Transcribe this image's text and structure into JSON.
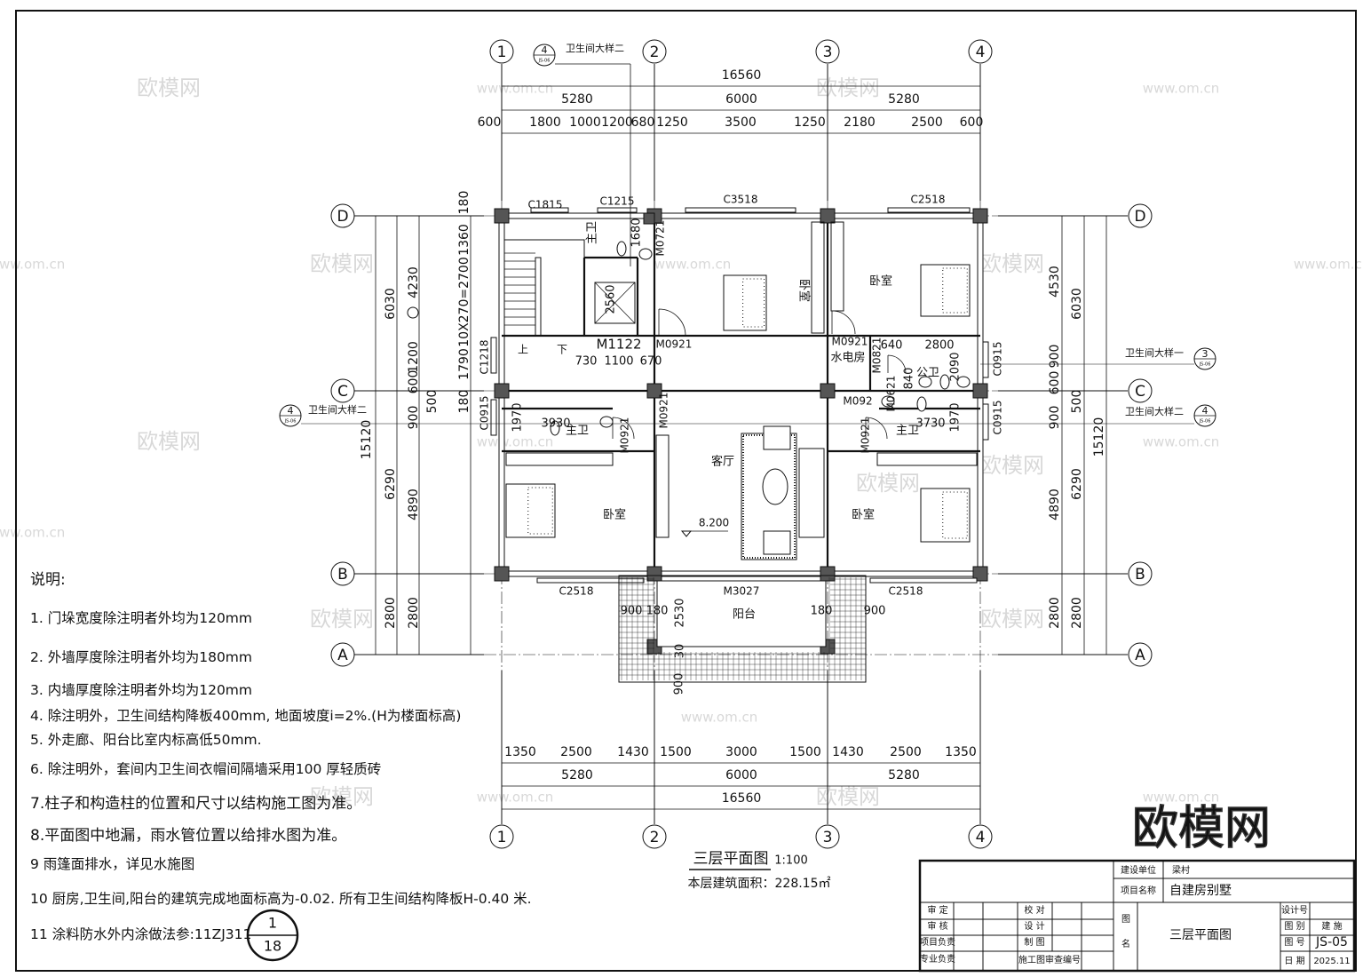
{
  "watermark": {
    "logo": "欧模网",
    "site": "www.om.cn"
  },
  "axes": {
    "columns": [
      "1",
      "2",
      "3",
      "4"
    ],
    "rows": [
      "D",
      "C",
      "B",
      "A"
    ]
  },
  "dims": {
    "top": {
      "total": "16560",
      "bays": [
        "5280",
        "6000",
        "5280"
      ],
      "detail": [
        "600",
        "1800",
        "1000",
        "1200",
        "680",
        "1250",
        "3500",
        "1250",
        "2180",
        "2500",
        "600"
      ]
    },
    "bottom": {
      "total": "16560",
      "bays": [
        "5280",
        "6000",
        "5280"
      ],
      "detail": [
        "1350",
        "2500",
        "1430",
        "1500",
        "3000",
        "1500",
        "1430",
        "2500",
        "1350"
      ]
    },
    "left": {
      "outer": "15120",
      "mid": [
        "6030",
        "6290",
        "2800"
      ],
      "inner": [
        "4230",
        "1200",
        "600",
        "500",
        "900",
        "4890",
        "2800"
      ],
      "stair": [
        "180",
        "1360",
        "10X270=2700",
        "1790",
        "180"
      ]
    },
    "right": {
      "outer": "15120",
      "mid": [
        "6030",
        "500",
        "6290",
        "2800"
      ],
      "inner": [
        "4530",
        "900",
        "600",
        "900",
        "4890",
        "2800"
      ]
    },
    "interior": [
      "1680",
      "2560",
      "730",
      "1100",
      "670",
      "640",
      "2800",
      "2090",
      "840",
      "3930",
      "1970",
      "3730",
      "1970",
      "900",
      "180",
      "2530",
      "180",
      "900",
      "30",
      "900"
    ]
  },
  "openings": {
    "windows": [
      "C1815",
      "C1215",
      "C3518",
      "C2518",
      "C1218",
      "C0915",
      "C0915",
      "C0915",
      "C2518",
      "C2518"
    ],
    "doors": [
      "M0721",
      "M1122",
      "M0921",
      "M0921",
      "M0821",
      "M0621",
      "M0921",
      "M0921",
      "M092",
      "M0921",
      "M3027"
    ]
  },
  "rooms": {
    "master_bath": "主卫",
    "bedroom": "卧室",
    "living_room": "客厅",
    "utility_room": "水电房",
    "public_bath": "公卫",
    "balcony": "阳台",
    "stair_up": "上",
    "stair_down": "下",
    "elevation": "8.200"
  },
  "callouts": [
    {
      "label": "卫生间大样二",
      "number": "4",
      "sheet": "JS-06"
    },
    {
      "label": "卫生间大样二",
      "number": "4",
      "sheet": "JS-06"
    },
    {
      "label": "卫生间大样一",
      "number": "3",
      "sheet": "JS-06"
    },
    {
      "label": "卫生间大样二",
      "number": "4",
      "sheet": "JS-06"
    }
  ],
  "drawing": {
    "title": "三层平面图",
    "scale": "1:100",
    "area": "本层建筑面积：228.15㎡"
  },
  "notes": {
    "heading": "说明:",
    "items": [
      "1. 门垛宽度除注明者外均为120mm",
      "2. 外墙厚度除注明者外均为180mm",
      "3. 内墙厚度除注明者外均为120mm",
      "4. 除注明外，卫生间结构降板400mm, 地面坡度i=2%.(H为楼面标高)",
      "5. 外走廊、阳台比室内标高低50mm.",
      "6. 除注明外，套间内卫生间衣帽间隔墙采用100 厚轻质砖",
      "7.柱子和构造柱的位置和尺寸以结构施工图为准。",
      "8.平面图中地漏，雨水管位置以给排水图为准。",
      "9  雨篷面排水，详见水施图",
      "10 厨房,卫生间,阳台的建筑完成地面标高为-0.02. 所有卫生间结构降板H-0.40 米.",
      "11 涂料防水外内涂做法参:11ZJ311"
    ],
    "ref_top": "1",
    "ref_bottom": "18"
  },
  "title_block": {
    "client_label": "建设单位",
    "client": "梁村",
    "project_label": "项目名称",
    "project": "自建房别墅",
    "approve": "审  定",
    "review": "审  核",
    "project_lead": "项目负责",
    "discipline_lead": "专业负责",
    "check": "校 对",
    "design": "设 计",
    "draw": "制 图",
    "review_no": "施工图审查编号",
    "name_label_1": "图",
    "name_label_2": "名",
    "drawing_name": "三层平面图",
    "design_no_label": "设计号",
    "category_label": "图 别",
    "category": "建 施",
    "number_label": "图 号",
    "number": "JS-05",
    "date_label": "日 期",
    "date": "2025.11"
  }
}
